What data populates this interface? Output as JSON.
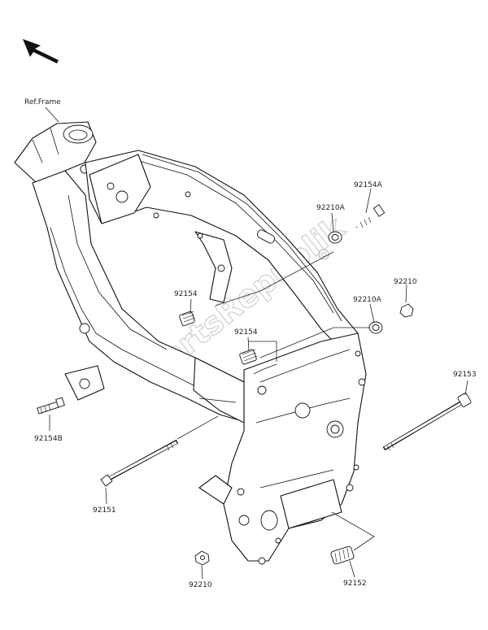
{
  "diagram": {
    "ref_label": "Ref.Frame",
    "watermark": "PartsRepublik",
    "callouts": {
      "p92154A": "92154A",
      "p92210A_top": "92210A",
      "p92210_right": "92210",
      "p92154_left": "92154",
      "p92210A_mid": "92210A",
      "p92154_mid": "92154",
      "p92153": "92153",
      "p92154B": "92154B",
      "p92151": "92151",
      "p92210_bottom": "92210",
      "p92152": "92152"
    }
  }
}
